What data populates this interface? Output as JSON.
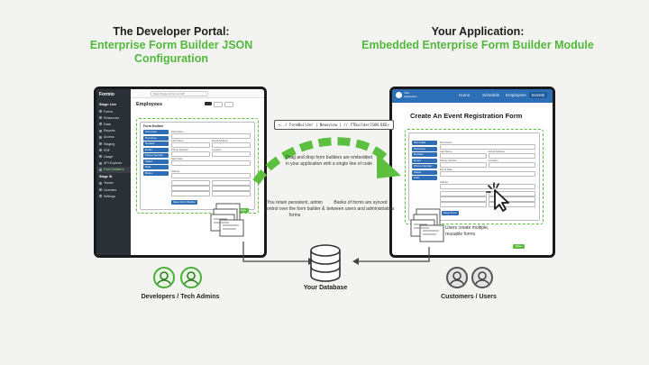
{
  "left_title": {
    "line1": "The Developer Portal:",
    "line2": "Enterprise Form Builder JSON Configuration"
  },
  "right_title": {
    "line1": "Your Application:",
    "line2": "Embedded Enterprise Form Builder Module"
  },
  "portal": {
    "logo": "Formio",
    "url": "https://forge.formio.com/#/",
    "page_heading": "Employees",
    "sidebar_items": [
      {
        "label": "Stage: Live",
        "type": "section"
      },
      {
        "label": "Forms"
      },
      {
        "label": "Resources"
      },
      {
        "label": "Data"
      },
      {
        "label": "Reports"
      },
      {
        "label": "Access"
      },
      {
        "label": "Staging"
      },
      {
        "label": "PDF"
      },
      {
        "label": "Usage"
      },
      {
        "label": "API Explorer"
      },
      {
        "label": "Form Builders",
        "active": true
      },
      {
        "label": "Stage ID",
        "type": "section"
      },
      {
        "label": "Teams"
      },
      {
        "label": "Licenses"
      },
      {
        "label": "Settings"
      }
    ],
    "builder_header": "Form Builder",
    "components": [
      "Text Field",
      "Text Area",
      "Number",
      "Email",
      "Phone Number",
      "Select",
      "Date",
      "Button"
    ],
    "fields": [
      "First Name",
      "Last Name",
      "Email Address",
      "Phone Number",
      "Location",
      "Start Date",
      "Submit"
    ],
    "save_label": "Save Form Builder",
    "badge": "Save"
  },
  "app": {
    "logo": "Your Application",
    "nav": [
      {
        "label": "Home"
      },
      {
        "label": "Schedule"
      },
      {
        "label": "Employees"
      },
      {
        "label": "Events",
        "active": true
      }
    ],
    "page_heading": "Create An Event Registration Form",
    "components": [
      "Text Field",
      "Text Area",
      "Number",
      "Email",
      "Phone Number",
      "Select",
      "Date"
    ],
    "fields": [
      "First Name",
      "Last Name",
      "Email Address",
      "Phone Number",
      "Location",
      "Event Date",
      "Submit"
    ],
    "save_label": "Save Form",
    "badge": "Save"
  },
  "code_snippet": "<../ FormBuilder | Neweview | // FTBuilderJSON.BEE>",
  "notes": {
    "embed": "Drag and drop form builders are embedded in your application with a single line of code",
    "retain": "You retain persistent, admin control over the form builder & forms",
    "banks": "Banks of forms are synced between users and administrators",
    "users_create": "Users create multiple, reusable forms"
  },
  "database_label": "Your Database",
  "dev_label": "Developers / Tech Admins",
  "customer_label": "Customers / Users",
  "colors": {
    "accent_green": "#52b83a",
    "brand_blue": "#2c6fb6",
    "sidebar_dark": "#2b2f36"
  }
}
